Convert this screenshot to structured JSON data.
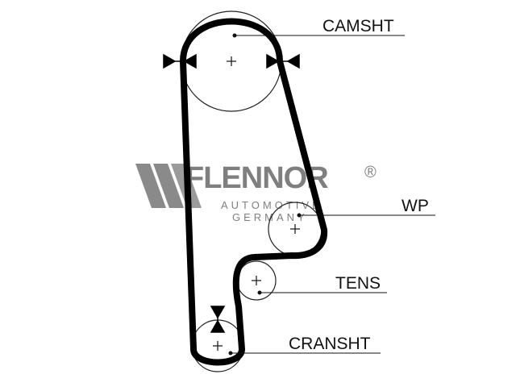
{
  "labels": {
    "camshaft": "CAMSHT",
    "water_pump": "WP",
    "tensioner": "TENS",
    "crankshaft": "CRANSHT"
  },
  "logo": {
    "brand": "FLENNOR",
    "registered": "®",
    "line1": "AUTOMOTIVE",
    "line2": "GERMANY"
  },
  "colors": {
    "belt": "#000000",
    "pulley": "#222222",
    "logo": "#7f7f7f"
  }
}
